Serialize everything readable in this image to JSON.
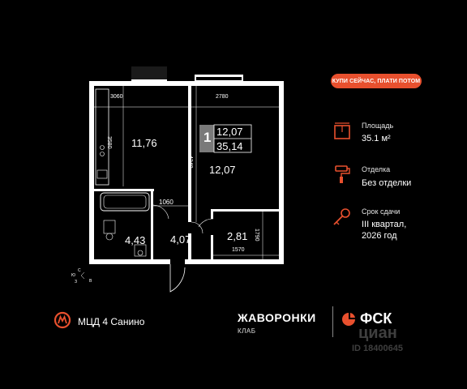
{
  "promo": "КУПИ СЕЙЧАС, ПЛАТИ ПОТОМ",
  "plan": {
    "dims": {
      "top_left": "3060",
      "top_right": "2780",
      "left_vertical": "3580",
      "center_vertical": "4340",
      "bath_width": "1060",
      "small_vertical": "1790",
      "small_width": "1570"
    },
    "rooms": {
      "kitchen": "11,76",
      "living": "12,07",
      "bathroom": "4,43",
      "hall": "4,07",
      "storage": "2,81"
    },
    "badge": {
      "rooms": "1",
      "living_area": "12,07",
      "total_area": "35,14"
    },
    "compass": {
      "n": "С",
      "s": "Ю",
      "w": "З",
      "e": "В"
    }
  },
  "info": [
    {
      "label": "Площадь",
      "value": "35.1 м²",
      "icon": "floorplan-icon"
    },
    {
      "label": "Отделка",
      "value": "Без отделки",
      "icon": "paint-roller-icon"
    },
    {
      "label": "Срок сдачи",
      "value": "III квартал,",
      "value2": "2026 год",
      "icon": "key-icon"
    }
  ],
  "metro": {
    "text": "МЦД 4 Санино",
    "color": "#e8502e"
  },
  "project": {
    "name": "ЖАВОРОНКИ",
    "sub": "КЛАБ"
  },
  "developer": "ФСК",
  "watermark": {
    "brand": "циан",
    "id": "ID 18400645"
  },
  "colors": {
    "accent": "#e8502e"
  }
}
